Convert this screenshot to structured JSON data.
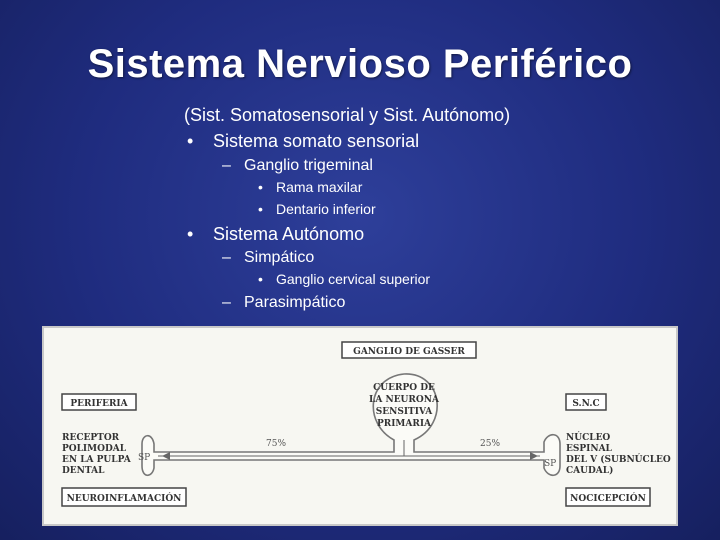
{
  "slide": {
    "title": "Sistema Nervioso Periférico",
    "intro": "(Sist. Somatosensorial y Sist. Autónomo)",
    "bullets": [
      {
        "marker": "•",
        "text": "Sistema somato sensorial",
        "sub": [
          {
            "marker": "–",
            "text": "Ganglio trigeminal",
            "items": [
              {
                "marker": "•",
                "text": "Rama maxilar"
              },
              {
                "marker": "•",
                "text": "Dentario inferior"
              }
            ]
          }
        ]
      },
      {
        "marker": "•",
        "text": "Sistema Autónomo",
        "sub": [
          {
            "marker": "–",
            "text": "Simpático",
            "items": [
              {
                "marker": "•",
                "text": "Ganglio cervical superior"
              }
            ]
          },
          {
            "marker": "–",
            "text": "Parasimpático",
            "items": []
          }
        ]
      }
    ]
  },
  "figure": {
    "ganglion_label": "GANGLIO DE GASSER",
    "neuron_label_lines": [
      "CUERPO DE",
      "LA NEURONA",
      "SENSITIVA",
      "PRIMARIA"
    ],
    "periphery_label": "PERIFERIA",
    "cns_label": "S.N.C",
    "receptor_lines": [
      "RECEPTOR",
      "POLIMODAL",
      "EN LA PULPA",
      "DENTAL"
    ],
    "nucleus_lines": [
      "NÚCLEO",
      "ESPINAL",
      "DEL V (SUBNÚCLEO",
      "CAUDAL)"
    ],
    "left_percent": "75%",
    "right_percent": "25%",
    "sp_left": "SP",
    "sp_right": "SP",
    "neuroinflammation_label": "NEUROINFLAMACIÓN",
    "nociception_label": "NOCICEPCIÓN"
  }
}
